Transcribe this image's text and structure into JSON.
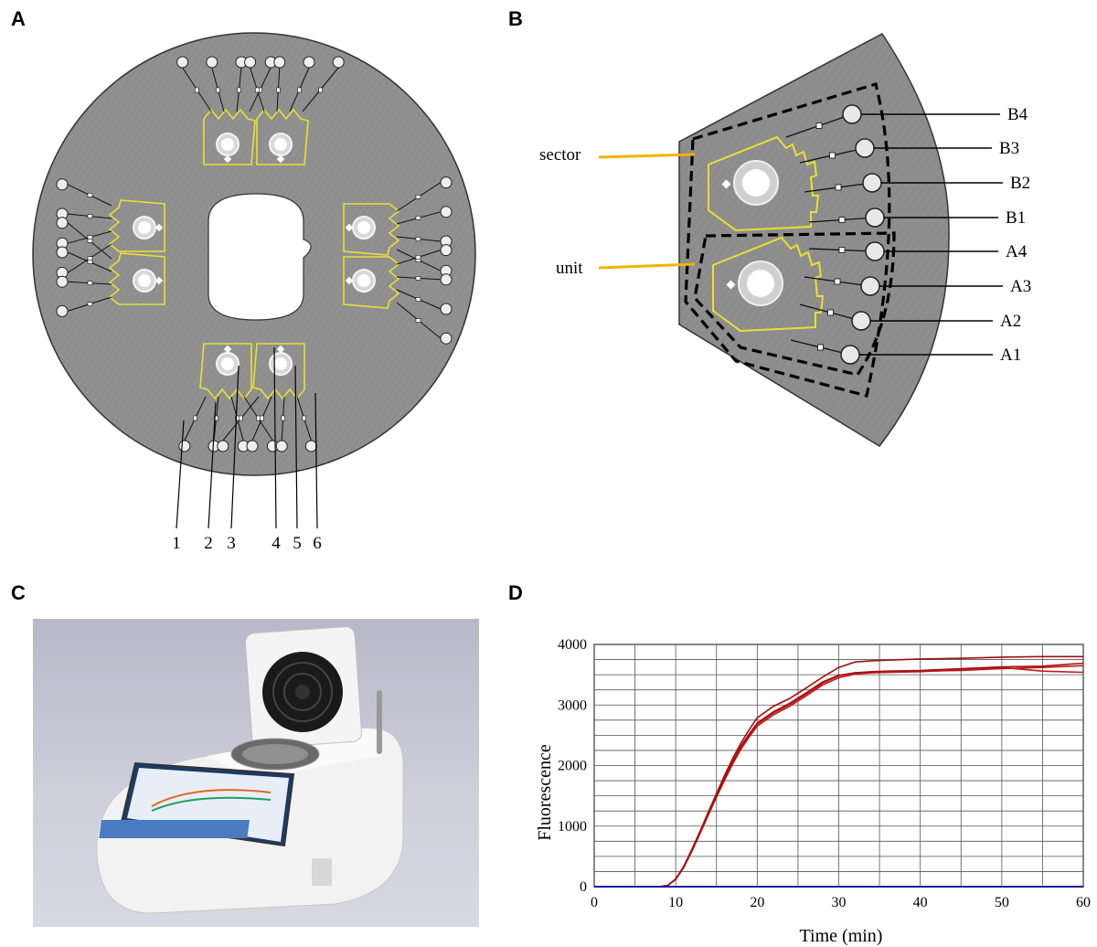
{
  "panels": {
    "a": "A",
    "b": "B",
    "c": "C",
    "d": "D"
  },
  "panelA": {
    "numbers": [
      "1",
      "2",
      "3",
      "4",
      "5",
      "6"
    ]
  },
  "panelB": {
    "labels": [
      "sector",
      "unit"
    ],
    "wells": [
      "B4",
      "B3",
      "B2",
      "B1",
      "A4",
      "A3",
      "A2",
      "A1"
    ]
  },
  "colors": {
    "disc": "#8a8a8a",
    "channel": "#e8e030",
    "callout": "#f0b400",
    "curve": "#c01818",
    "baseline": "#1a1aa8"
  },
  "chart_data": {
    "type": "line",
    "xlabel": "Time (min)",
    "ylabel": "Fluorescence",
    "xlim": [
      0,
      60
    ],
    "ylim": [
      0,
      4000
    ],
    "xticks": [
      "0",
      "10",
      "20",
      "30",
      "40",
      "50",
      "60"
    ],
    "yticks": [
      "0",
      "1000",
      "2000",
      "3000",
      "4000"
    ],
    "grid": true,
    "x": [
      0,
      5,
      8,
      9,
      10,
      11,
      12,
      13,
      14,
      15,
      16,
      17,
      18,
      19,
      20,
      22,
      24,
      26,
      28,
      30,
      32,
      34,
      36,
      40,
      45,
      50,
      55,
      60
    ],
    "series": [
      {
        "values": [
          0,
          0,
          0,
          20,
          120,
          330,
          600,
          900,
          1200,
          1500,
          1790,
          2060,
          2300,
          2500,
          2680,
          2870,
          3010,
          3180,
          3360,
          3480,
          3530,
          3540,
          3540,
          3560,
          3570,
          3600,
          3620,
          3650
        ]
      },
      {
        "values": [
          0,
          0,
          0,
          20,
          130,
          340,
          620,
          920,
          1230,
          1540,
          1840,
          2120,
          2370,
          2590,
          2790,
          2980,
          3110,
          3280,
          3460,
          3620,
          3710,
          3730,
          3740,
          3760,
          3770,
          3790,
          3800,
          3800
        ]
      },
      {
        "values": [
          0,
          0,
          0,
          20,
          120,
          320,
          590,
          880,
          1180,
          1480,
          1760,
          2030,
          2270,
          2470,
          2650,
          2840,
          2980,
          3150,
          3330,
          3450,
          3510,
          3530,
          3540,
          3550,
          3580,
          3620,
          3560,
          3540
        ]
      },
      {
        "values": [
          0,
          0,
          0,
          20,
          125,
          335,
          610,
          910,
          1210,
          1510,
          1800,
          2070,
          2320,
          2520,
          2700,
          2890,
          3030,
          3200,
          3380,
          3490,
          3530,
          3550,
          3560,
          3570,
          3600,
          3630,
          3640,
          3690
        ]
      },
      {
        "values": [
          0,
          0,
          0,
          0,
          0,
          0,
          0,
          0,
          0,
          0,
          0,
          0,
          0,
          0,
          0,
          0,
          0,
          0,
          0,
          0,
          0,
          0,
          0,
          0,
          0,
          0,
          0,
          0
        ]
      }
    ]
  }
}
